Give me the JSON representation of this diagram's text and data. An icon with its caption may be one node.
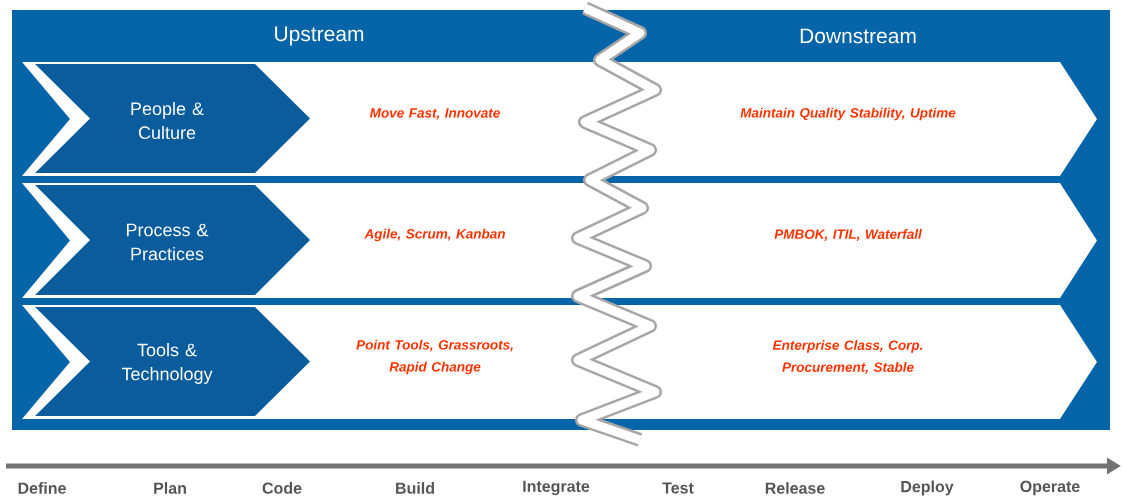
{
  "diagram": {
    "nodes": [
      {
        "text": [
          "Upstream"
        ]
      },
      {
        "text": [
          "Downstream"
        ]
      },
      {
        "text": [
          "Move Fast,  Innovate",
          "Maintain Quality Stability, Uptime"
        ]
      },
      {
        "text": [
          "People & Culture"
        ]
      },
      {
        "text": [
          "Agile, Scrum, Kanban",
          "PMBOK, ITIL, Waterfall"
        ]
      },
      {
        "text": [
          "Process & Practices"
        ]
      },
      {
        "text": [
          "Point Tools, Grassroots, Rapid Change",
          "Enterprise Class, Corp. Procurement,  Stable"
        ]
      },
      {
        "text": [
          "Tools & Technology"
        ]
      }
    ],
    "edges": [],
    "labels": [
      "Define",
      "Plan",
      "Code",
      "Build",
      "Integrate",
      "Test",
      "Release",
      "Deploy",
      "Operate"
    ]
  }
}
